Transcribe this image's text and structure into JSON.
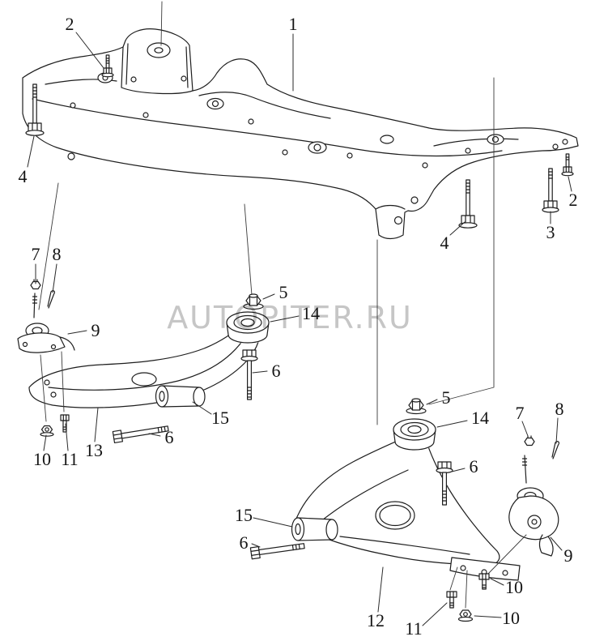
{
  "watermark": {
    "text": "AUTOPITER.RU"
  },
  "colors": {
    "background": "#ffffff",
    "line": "#1e1e1e",
    "leader": "#2a2a2a",
    "watermark": "#c6c6c6",
    "label": "#141414"
  },
  "callouts": [
    {
      "text": "2"
    },
    {
      "text": "1"
    },
    {
      "text": "4"
    },
    {
      "text": "2"
    },
    {
      "text": "3"
    },
    {
      "text": "4"
    },
    {
      "text": "7"
    },
    {
      "text": "8"
    },
    {
      "text": "5"
    },
    {
      "text": "14"
    },
    {
      "text": "9"
    },
    {
      "text": "6"
    },
    {
      "text": "15"
    },
    {
      "text": "6"
    },
    {
      "text": "13"
    },
    {
      "text": "10"
    },
    {
      "text": "11"
    },
    {
      "text": "5"
    },
    {
      "text": "14"
    },
    {
      "text": "7"
    },
    {
      "text": "8"
    },
    {
      "text": "6"
    },
    {
      "text": "15"
    },
    {
      "text": "6"
    },
    {
      "text": "9"
    },
    {
      "text": "10"
    },
    {
      "text": "12"
    },
    {
      "text": "11"
    },
    {
      "text": "10"
    }
  ]
}
